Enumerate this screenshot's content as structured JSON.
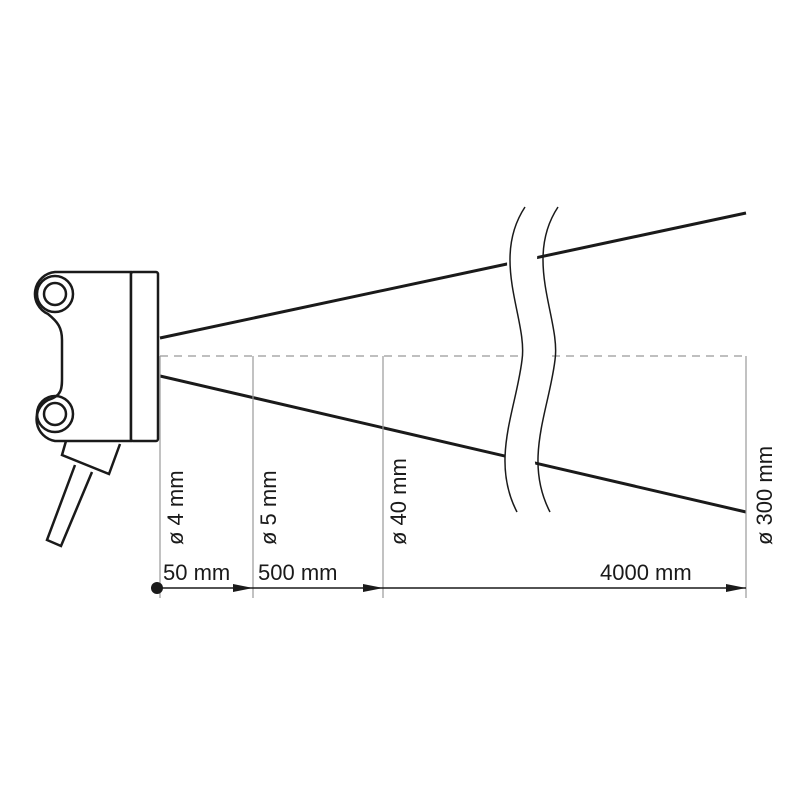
{
  "diameters": {
    "d1": "ø 4 mm",
    "d2": "ø 5 mm",
    "d3": "ø 40 mm",
    "d4": "ø 300 mm"
  },
  "distances": {
    "s1": "50 mm",
    "s2": "500 mm",
    "s3": "4000 mm"
  },
  "colors": {
    "line": "#1a1a1a",
    "guide": "#999999"
  }
}
